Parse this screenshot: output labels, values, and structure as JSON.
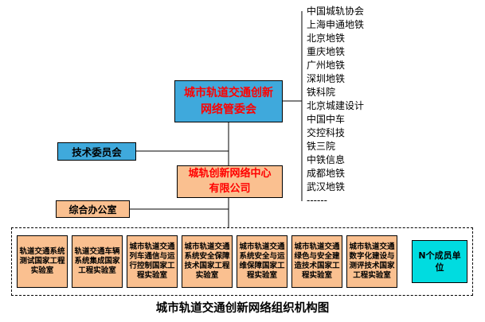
{
  "colors": {
    "committee_blue": "#3FA9DC",
    "box_orange": "#FAC090",
    "member_cyan": "#00DCE0",
    "highlight_text_red": "#FF0000",
    "line_black": "#000000"
  },
  "chart": {
    "committee": "城市轨道交通创新\n网络管委会",
    "tech_committee": "技术委员会",
    "center_company": "城轨创新网络中心\n有限公司",
    "office": "综合办公室",
    "members": [
      "中国城轨协会",
      "上海申通地铁",
      "北京地铁",
      "重庆地铁",
      "广州地铁",
      "深圳地铁",
      "铁科院",
      "北京城建设计",
      "中国中车",
      "交控科技",
      "铁三院",
      "中铁信息",
      "成都地铁",
      "武汉地铁",
      "------"
    ],
    "labs": [
      "轨道交通系统测试国家工程实验室",
      "轨道交通车辆系统集成国家工程实验室",
      "城市轨道交通列车通信与运行控制国家工程实验室",
      "城市轨道交通系统安全保障技术国家工程实验室",
      "城市轨道交通系统安全与运维保障国家工程实验室",
      "城市轨道交通绿色与安全建造技术国家工程实验室",
      "城市轨道交通数字化建设与测评技术国家工程实验室"
    ],
    "member_units": "N个成员单位",
    "caption": "城市轨道交通创新网络组织机构图"
  }
}
